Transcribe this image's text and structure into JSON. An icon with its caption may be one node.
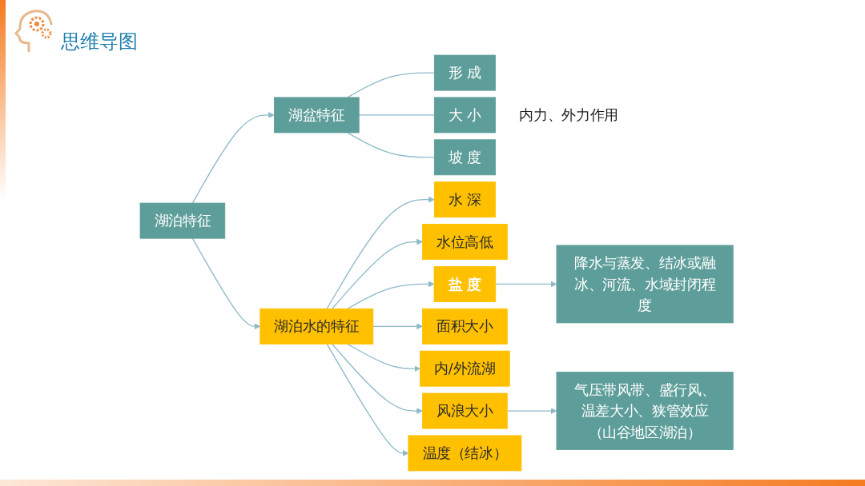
{
  "diagram": {
    "title": "思维导图",
    "nodes": [
      {
        "text": [
          "湖泊特征"
        ]
      },
      {
        "text": [
          "湖盆特征"
        ]
      },
      {
        "text": [
          "形 成"
        ]
      },
      {
        "text": [
          "大 小"
        ],
        "beside": [
          "内力、外力作用"
        ]
      },
      {
        "text": [
          "坡 度"
        ]
      },
      {
        "text": [
          "湖泊水的特征"
        ]
      },
      {
        "text": [
          "水 深"
        ]
      },
      {
        "text": [
          "水位高低"
        ]
      },
      {
        "text": [
          "盐 度"
        ]
      },
      {
        "text": [
          "面积大小"
        ]
      },
      {
        "text": [
          "内/外流湖"
        ]
      },
      {
        "text": [
          "风浪大小"
        ]
      },
      {
        "text": [
          "温度（结冰）"
        ]
      },
      {
        "text": [
          "降水与蒸发、结冰或融冰、河流、水域封闭程度"
        ]
      },
      {
        "text": [
          "气压带风带、盛行风、温差大小、狭管效应（山谷地区湖泊）"
        ]
      }
    ],
    "edges": [
      {
        "from": 0,
        "to": 1,
        "arrow": "to"
      },
      {
        "from": 0,
        "to": 5,
        "arrow": "to"
      },
      {
        "from": 1,
        "to": 2,
        "arrow": "none"
      },
      {
        "from": 1,
        "to": 3,
        "arrow": "none"
      },
      {
        "from": 1,
        "to": 4,
        "arrow": "none"
      },
      {
        "from": 5,
        "to": 6,
        "arrow": "to"
      },
      {
        "from": 5,
        "to": 7,
        "arrow": "to"
      },
      {
        "from": 5,
        "to": 8,
        "arrow": "to"
      },
      {
        "from": 5,
        "to": 9,
        "arrow": "to"
      },
      {
        "from": 5,
        "to": 10,
        "arrow": "to"
      },
      {
        "from": 5,
        "to": 11,
        "arrow": "to"
      },
      {
        "from": 5,
        "to": 12,
        "arrow": "to"
      },
      {
        "from": 8,
        "to": 13,
        "arrow": "to"
      },
      {
        "from": 11,
        "to": 14,
        "arrow": "to"
      }
    ]
  }
}
